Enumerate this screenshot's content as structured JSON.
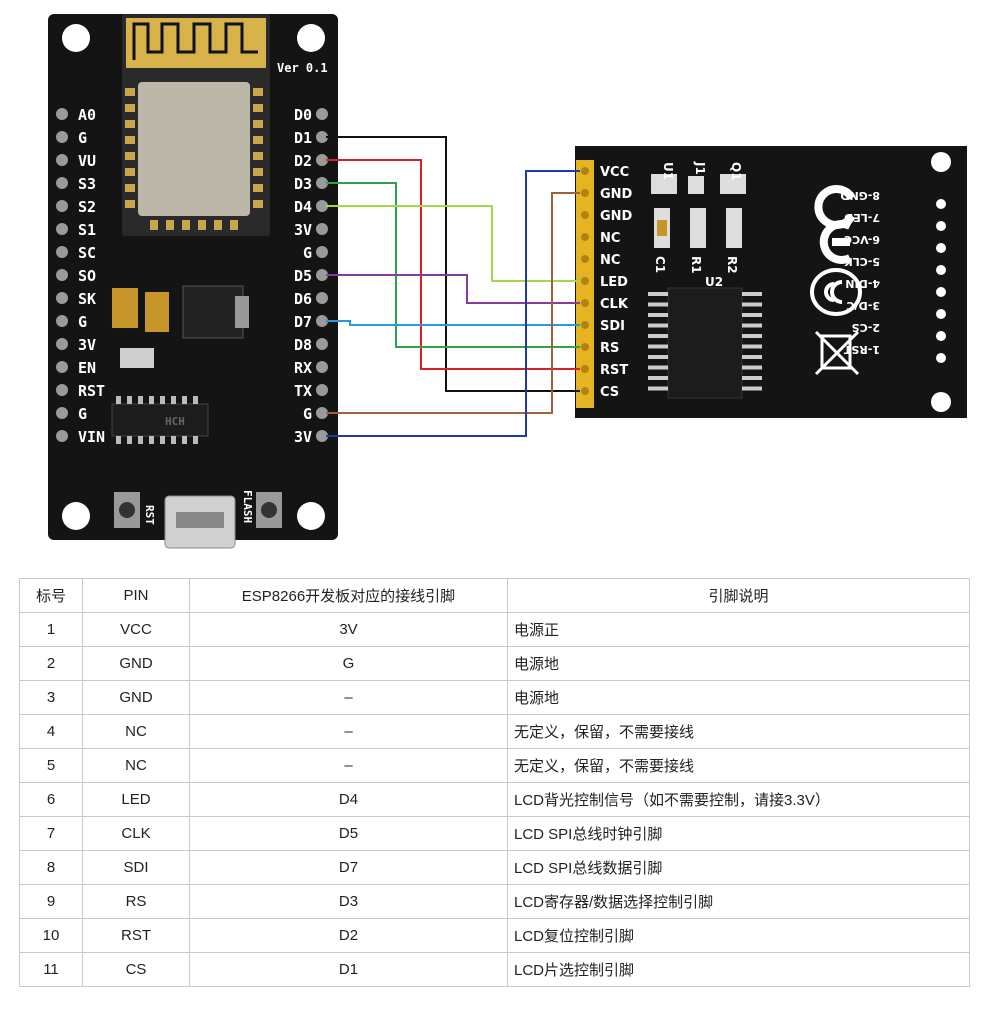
{
  "board": {
    "version_label": "Ver 0.1",
    "left_pins": [
      "A0",
      "G",
      "VU",
      "S3",
      "S2",
      "S1",
      "SC",
      "SO",
      "SK",
      "G",
      "3V",
      "EN",
      "RST",
      "G",
      "VIN"
    ],
    "right_pins": [
      "D0",
      "D1",
      "D2",
      "D3",
      "D4",
      "3V",
      "G",
      "D5",
      "D6",
      "D7",
      "D8",
      "RX",
      "TX",
      "G",
      "3V"
    ],
    "rst_button_label": "RST",
    "flash_button_label": "FLASH",
    "chip_marking": "HCH"
  },
  "lcd": {
    "header_pins": [
      "VCC",
      "GND",
      "GND",
      "NC",
      "NC",
      "LED",
      "CLK",
      "SDI",
      "RS",
      "RST",
      "CS"
    ],
    "right_pins": [
      "8-GND",
      "7-LED",
      "6-VCC",
      "5-CLK",
      "4-DIN",
      "3-D/C",
      "2-CS",
      "1-RST"
    ],
    "component_labels": [
      "U1",
      "J1",
      "Q1",
      "C1",
      "R1",
      "R2",
      "U2"
    ]
  },
  "wires": [
    {
      "from": "D1",
      "to": "CS",
      "color": "#111111"
    },
    {
      "from": "D2",
      "to": "RST",
      "color": "#d6202a"
    },
    {
      "from": "D3",
      "to": "RS",
      "color": "#2ea24a"
    },
    {
      "from": "D4",
      "to": "LED",
      "color": "#a6d64a"
    },
    {
      "from": "D5",
      "to": "CLK",
      "color": "#8a3a9a"
    },
    {
      "from": "D7",
      "to": "SDI",
      "color": "#2a9ad6"
    },
    {
      "from": "G",
      "to": "GND",
      "color": "#a0603a"
    },
    {
      "from": "3V",
      "to": "VCC",
      "color": "#1f3aa6"
    }
  ],
  "table": {
    "headers": [
      "标号",
      "PIN",
      "ESP8266开发板对应的接线引脚",
      "引脚说明"
    ],
    "rows": [
      [
        "1",
        "VCC",
        "3V",
        "电源正"
      ],
      [
        "2",
        "GND",
        "G",
        "电源地"
      ],
      [
        "3",
        "GND",
        "–",
        "电源地"
      ],
      [
        "4",
        "NC",
        "–",
        "无定义，保留，不需要接线"
      ],
      [
        "5",
        "NC",
        "–",
        "无定义，保留，不需要接线"
      ],
      [
        "6",
        "LED",
        "D4",
        "LCD背光控制信号（如不需要控制，请接3.3V）"
      ],
      [
        "7",
        "CLK",
        "D5",
        "LCD SPI总线时钟引脚"
      ],
      [
        "8",
        "SDI",
        "D7",
        "LCD SPI总线数据引脚"
      ],
      [
        "9",
        "RS",
        "D3",
        "LCD寄存器/数据选择控制引脚"
      ],
      [
        "10",
        "RST",
        "D2",
        "LCD复位控制引脚"
      ],
      [
        "11",
        "CS",
        "D1",
        "LCD片选控制引脚"
      ]
    ]
  }
}
